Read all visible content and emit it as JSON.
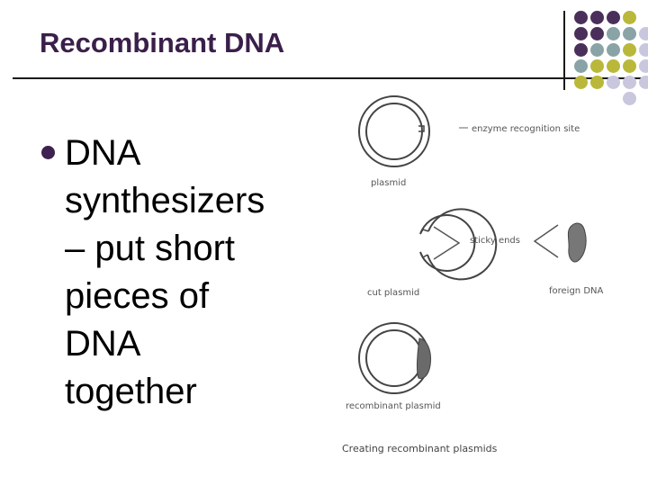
{
  "slide": {
    "title": "Recombinant DNA",
    "bullet_lines": [
      "DNA",
      "synthesizers",
      "– put short",
      "pieces of",
      "DNA",
      "together"
    ]
  },
  "diagram": {
    "labels": {
      "enzyme_site": "enzyme recognition site",
      "plasmid": "plasmid",
      "sticky_ends": "sticky ends",
      "cut_plasmid": "cut plasmid",
      "foreign_dna": "foreign DNA",
      "recombinant_plasmid": "recombinant plasmid",
      "caption": "Creating recombinant plasmids"
    }
  },
  "colors": {
    "title": "#3a1f4a",
    "bullet": "#3d2150",
    "dot_purple": "#4b2f5b",
    "dot_teal": "#8aa3a6",
    "dot_olive": "#b9b83a",
    "dot_lavender": "#c9c7dd"
  }
}
